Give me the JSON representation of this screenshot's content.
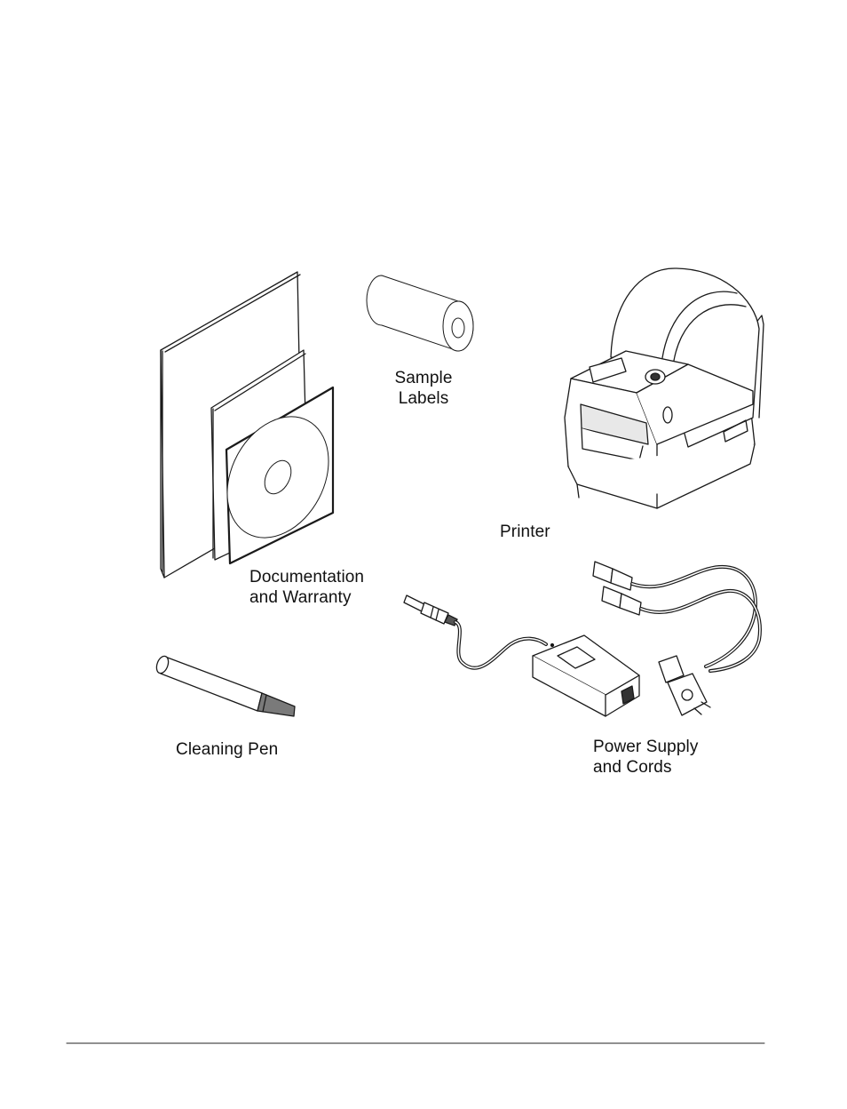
{
  "figure": {
    "labels": {
      "sample_labels": [
        "Sample",
        "Labels"
      ],
      "printer": "Printer",
      "documentation": [
        "Documentation",
        "and Warranty"
      ],
      "cleaning_pen": "Cleaning Pen",
      "power_supply": [
        "Power Supply",
        "and Cords"
      ]
    }
  }
}
